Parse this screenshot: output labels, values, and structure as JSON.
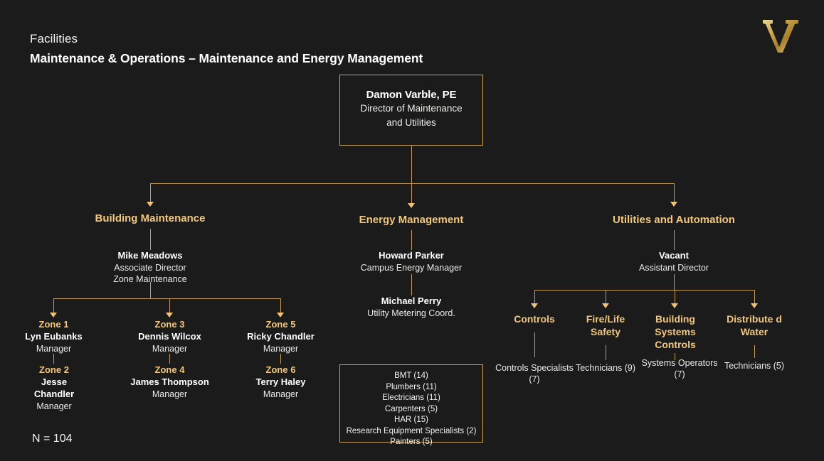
{
  "header": {
    "eyebrow": "Facilities",
    "title": "Maintenance & Operations – Maintenance and Energy Management",
    "logo_letter": "V"
  },
  "colors": {
    "background": "#1b1b1b",
    "accent_gold": "#f3c77c",
    "line_gold": "#c69c52",
    "border_gold": "#cfa356",
    "text_white": "#ffffff",
    "text_light": "#eeeeea"
  },
  "director": {
    "name": "Damon Varble, PE",
    "role_line1": "Director of Maintenance",
    "role_line2": "and Utilities"
  },
  "branches": [
    {
      "heading": "Building Maintenance",
      "lead_name": "Mike Meadows",
      "lead_role_line1": "Associate Director",
      "lead_role_line2": "Zone Maintenance"
    },
    {
      "heading": "Energy Management",
      "lead_name": "Howard Parker",
      "lead_role_line1": "Campus Energy Manager",
      "lead_role_line2": ""
    },
    {
      "heading": "Utilities and Automation",
      "lead_name": "Vacant",
      "lead_role_line1": "Assistant Director",
      "lead_role_line2": ""
    }
  ],
  "energy_extra": {
    "name": "Michael Perry",
    "role": "Utility Metering Coord."
  },
  "zones": [
    {
      "label": "Zone 1",
      "name": "Lyn Eubanks",
      "role": "Manager"
    },
    {
      "label": "Zone 2",
      "name": "Jesse Chandler",
      "role": "Manager"
    },
    {
      "label": "Zone 3",
      "name": "Dennis Wilcox",
      "role": "Manager"
    },
    {
      "label": "Zone 4",
      "name": "James Thompson",
      "role": "Manager"
    },
    {
      "label": "Zone 5",
      "name": "Ricky Chandler",
      "role": "Manager"
    },
    {
      "label": "Zone 6",
      "name": "Terry Haley",
      "role": "Manager"
    }
  ],
  "staffing_box": {
    "rows": [
      "BMT (14)",
      "Plumbers (11)",
      "Electricians (11)",
      "Carpenters (5)",
      "HAR (15)",
      "Research Equipment Specialists (2)",
      "Painters (5)"
    ]
  },
  "utilities_units": [
    {
      "heading": "Controls",
      "staff": "Controls Specialists (7)"
    },
    {
      "heading": "Fire/Life Safety",
      "staff": "Technicians (9)"
    },
    {
      "heading": "Building Systems Controls",
      "staff": "Systems Operators (7)"
    },
    {
      "heading": "Distribute d Water",
      "staff": "Technicians (5)"
    }
  ],
  "footer": {
    "total": "N = 104"
  }
}
